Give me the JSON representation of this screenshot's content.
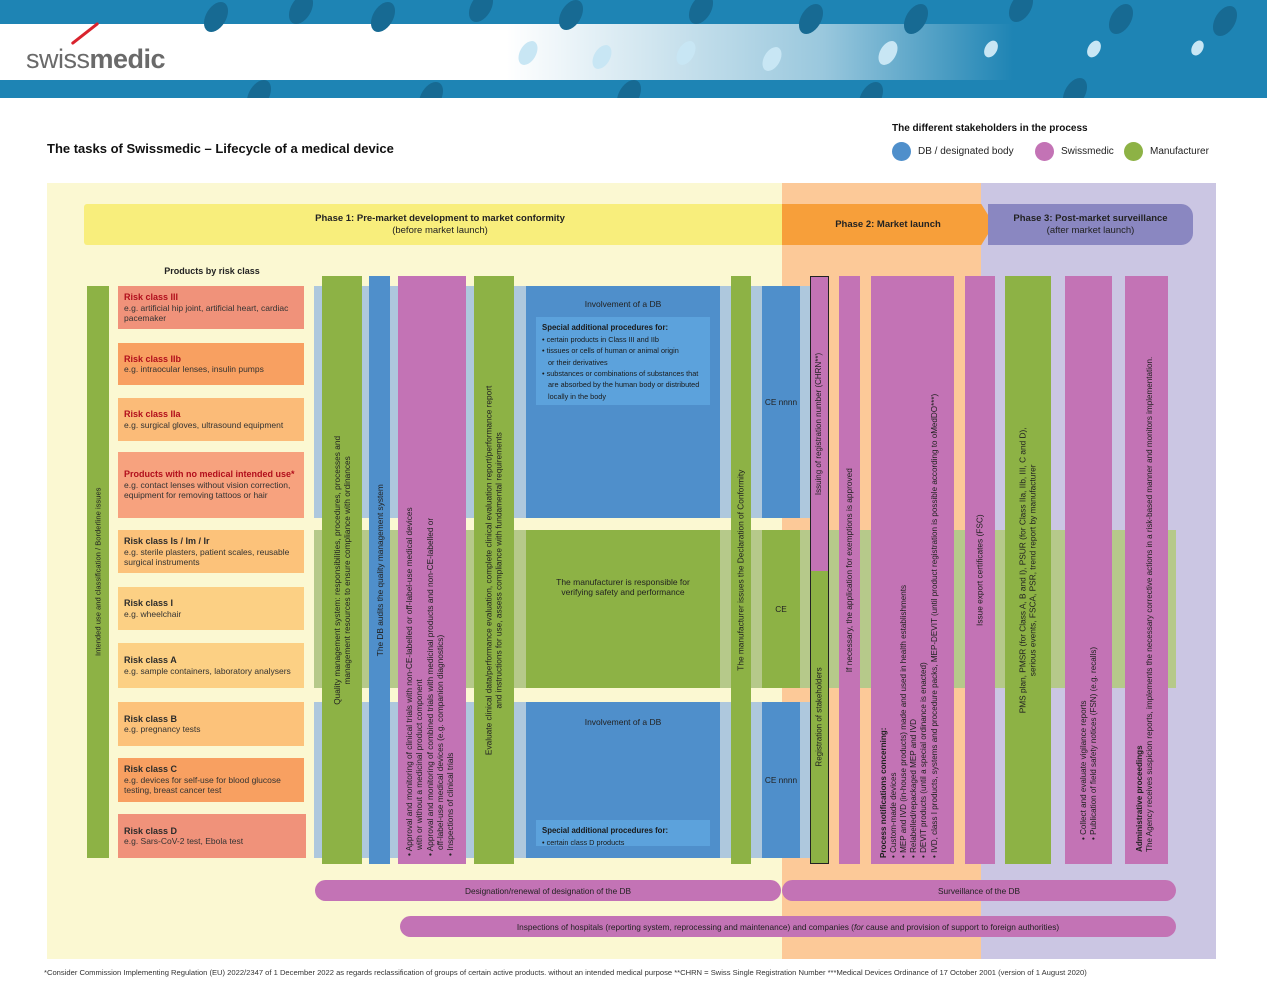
{
  "logo": {
    "part1": "swiss",
    "part2": "medic"
  },
  "title": "The tasks of Swissmedic – Lifecycle of a medical device",
  "legend": {
    "title": "The different stakeholders in the process",
    "items": [
      {
        "label": "DB / designated body",
        "color": "#4f8fcb"
      },
      {
        "label": "Swissmedic",
        "color": "#c373b5"
      },
      {
        "label": "Manufacturer",
        "color": "#8db245"
      }
    ]
  },
  "phases": [
    {
      "title": "Phase 1: Pre-market development to market conformity",
      "subtitle": "(before market launch)"
    },
    {
      "title": "Phase 2: Market launch",
      "subtitle": ""
    },
    {
      "title": "Phase 3: Post-market surveillance",
      "subtitle": "(after market launch)"
    }
  ],
  "risk_heading": "Products by risk class",
  "risk_classes": [
    {
      "title": "Risk class III",
      "desc": "e.g. artificial hip joint, artificial heart, cardiac pacemaker"
    },
    {
      "title": "Risk class IIb",
      "desc": "e.g. intraocular lenses, insulin pumps"
    },
    {
      "title": "Risk class IIa",
      "desc": "e.g. surgical gloves, ultrasound equipment"
    },
    {
      "title": "Products with no medical intended use*",
      "desc": "e.g. contact lenses without vision correction, equipment for removing tattoos or hair"
    },
    {
      "title": "Risk class Is / Im / Ir",
      "desc": "e.g. sterile plasters, patient scales, reusable surgical instruments"
    },
    {
      "title": "Risk class I",
      "desc": "e.g. wheelchair"
    },
    {
      "title": "Risk class A",
      "desc": "e.g. sample containers, laboratory analysers"
    },
    {
      "title": "Risk class B",
      "desc": "e.g. pregnancy tests"
    },
    {
      "title": "Risk class C",
      "desc": "e.g. devices for self-use for blood glucose testing, breast cancer test"
    },
    {
      "title": "Risk class D",
      "desc": "e.g. Sars-CoV-2 test, Ebola test"
    }
  ],
  "vertical_bars": {
    "intended_use": "Intended use and classification / Borderline issues",
    "qms_line1": "Quality management system: responsibilities, procedures, processes and",
    "qms_line2": "management resources to ensure compliance with ordinances",
    "db_audits": "The DB audits the quality management system",
    "trials_line1": "• Approval and monitoring of clinical trials with non-CE-labelled or off-label-use medical devices",
    "trials_line2": "with or without a medicinal product component",
    "trials_line3": "• Approval and monitoring of combined trials with medicinal products and non-CE-labelled or",
    "trials_line4": "off-label-use medical devices (e.g. companion diagnostics)",
    "trials_line5": "• Inspections of clinical trials",
    "eval_line1": "Evaluate clinical data/performance evaluation, complete clinical evaluation report/performance report",
    "eval_line2": "and instructions for use, assess compliance with fundamental requirements",
    "declaration": "The manufacturer issues the Declaration of Conformity",
    "chrn": "Issuing of registration number (CHRN**)",
    "registration": "Registration of stakeholders",
    "exemptions": "If necessary, the application for exemptions is approved",
    "pn_title": "Process notifications concerning:",
    "pn_line1": "• Custom-made devices",
    "pn_line2": "• MEP and IVD (in-house products) made and used in health establishments",
    "pn_line3": "• Relabelled/repackaged MEP and IVD",
    "pn_line4": "• DEVIT products (until a special ordinance is enacted)",
    "pn_line5": "• IVD, class I products, systems and procedure packs, MEP-DEVIT (until product registration is possible according to oMedDO***)",
    "export": "Issue export certificates (FSC)",
    "pms_line1": "PMS plan, PMSR (for Class A, B and I), PSUR (for Class IIa, IIb, III, C and D),",
    "pms_line2": "serious events, FSCA, PSR, trend report by manufacturer",
    "vig_line1": "• Collect and evaluate vigilance reports",
    "vig_line2": "• Publication of field safety notices (FSN) (e.g. recalls)",
    "admin_title": "Administrative proceedings",
    "admin_line1": "The Agency receives suspicion reports, implements the necessary corrective actions in a risk-based manner and monitors implementation."
  },
  "db_involvement": {
    "top_title": "Involvement of a DB",
    "top_special_title": "Special additional procedures for:",
    "top_special_items": [
      "• certain products in Class III and IIb",
      "• tissues or cells of human or animal origin",
      "  or their derivatives",
      "• substances or combinations of substances that",
      "  are absorbed by the human body or distributed",
      "  locally in the body"
    ],
    "middle_line1": "The manufacturer is responsible for",
    "middle_line2": "verifying safety and performance",
    "bottom_title": "Involvement of a DB",
    "bottom_special_title": "Special additional procedures for:",
    "bottom_special_items": [
      "• certain class D products"
    ]
  },
  "ce_marks": {
    "top": "CE nnnn",
    "middle": "CE",
    "bottom": "CE nnnn"
  },
  "horizontal_bars": {
    "designation": "Designation/renewal of designation of the DB",
    "surveillance": "Surveillance of the DB",
    "inspections_pre": "Inspections of hospitals (reporting system, reprocessing and maintenance) and companies (",
    "inspections_italic": "for",
    "inspections_post": " cause and provision of support to foreign authorities)"
  },
  "footnote": "*Consider Commission Implementing Regulation (EU) 2022/2347 of 1 December 2022 as regards reclassification of groups of certain active products. without an intended medical purpose    **CHRN = Swiss Single Registration Number    ***Medical Devices Ordinance of 17 October 2001 (version of 1 August 2020)"
}
